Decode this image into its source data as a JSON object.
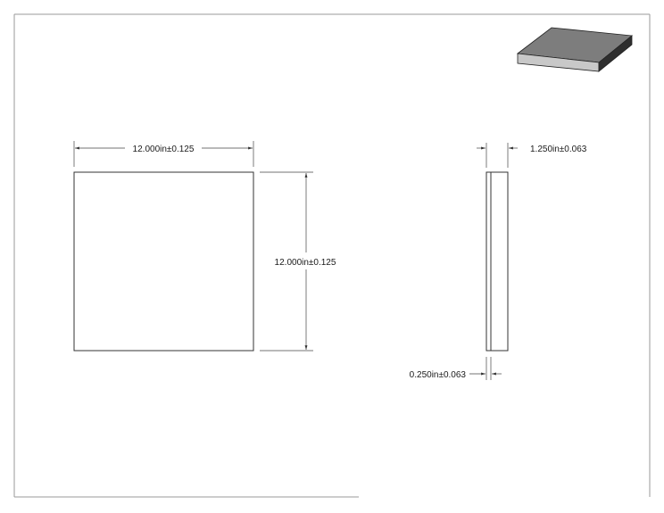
{
  "dimensions": {
    "front_width": "12.000in±0.125",
    "front_height": "12.000in±0.125",
    "side_depth": "1.250in±0.063",
    "side_thickness": "0.250in±0.063"
  },
  "colors": {
    "line": "#333333",
    "border": "#9a9a9a",
    "iso_top": "#7d7d7d",
    "iso_front": "#c8c8c8",
    "iso_side": "#2e2e2e"
  }
}
